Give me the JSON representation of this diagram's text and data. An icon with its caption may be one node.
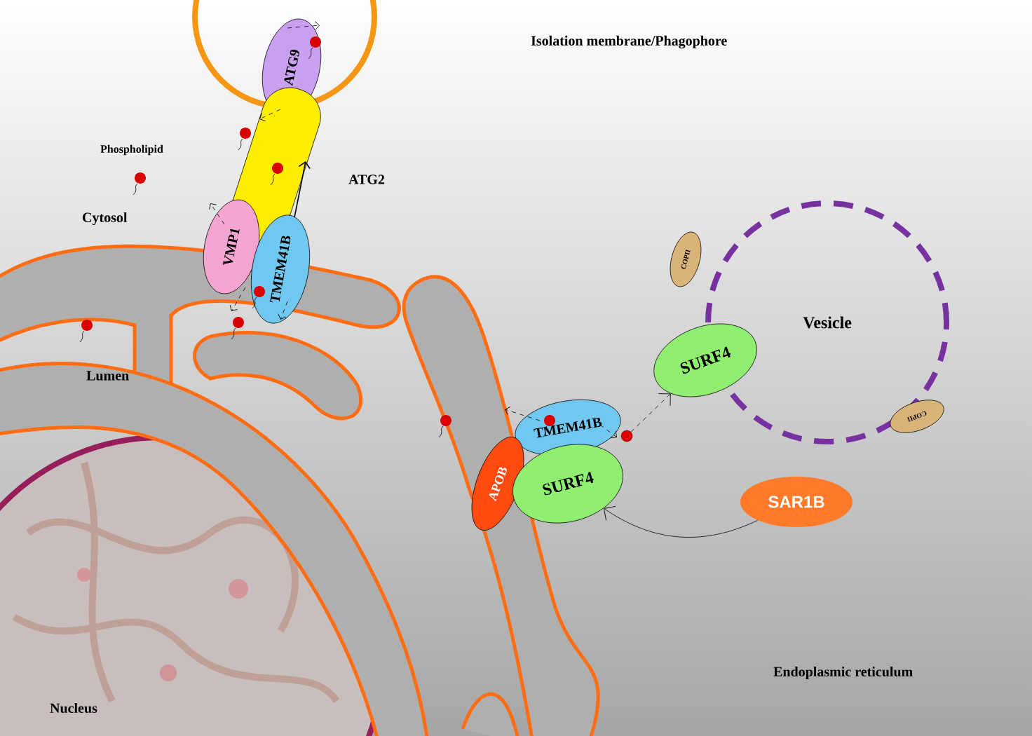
{
  "diagram": {
    "nodes": [
      {
        "text": [
          "ATG9"
        ]
      },
      {
        "text": [
          "ATG2"
        ]
      },
      {
        "text": [
          "VMP1"
        ]
      },
      {
        "text": [
          "TMEM41B"
        ]
      },
      {
        "text": [
          "Vesicle"
        ]
      },
      {
        "text": [
          "COPII"
        ]
      },
      {
        "text": [
          "SURF4"
        ]
      },
      {
        "text": [
          "COPII"
        ]
      },
      {
        "text": [],
        "shape": "circle"
      },
      {
        "text": [
          "TMEM41B"
        ]
      },
      {
        "text": [
          "APOB"
        ]
      },
      {
        "text": [
          "SURF4"
        ]
      },
      {
        "text": [
          "SAR1B"
        ]
      }
    ],
    "edges": [
      {
        "from": 8,
        "to": 6,
        "arrow": "to",
        "style": "dashed"
      },
      {
        "from": 12,
        "to": 11,
        "arrow": "to"
      }
    ],
    "labels": [
      "Isolation membrane/Phagophore",
      "Phospholipid",
      "Cytosol",
      "Lumen",
      "Endoplasmic  reticulum",
      "Nucleus"
    ]
  }
}
